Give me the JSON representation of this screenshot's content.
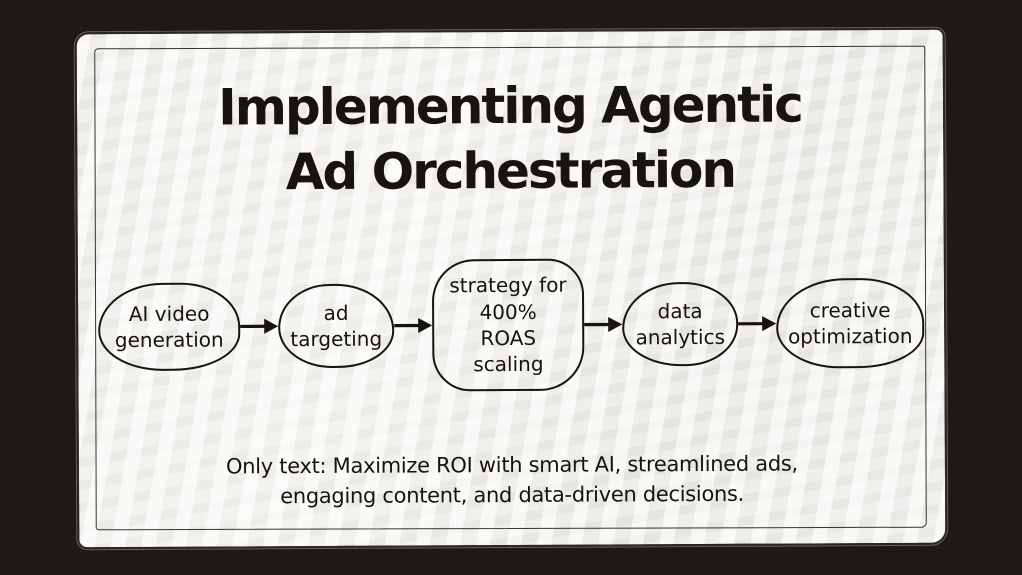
{
  "slide": {
    "title": {
      "line1": "Implementing Agentic",
      "line2": "Ad Orchestration"
    },
    "footer": {
      "line1": "Only text: Maximize ROI with smart AI, streamlined ads,",
      "line2": "engaging content, and data-driven decisions."
    }
  },
  "flowchart": {
    "nodes": [
      {
        "label": "AI video generation",
        "lines": [
          "AI video",
          "generation"
        ]
      },
      {
        "label": "ad targeting",
        "lines": [
          "ad",
          "targeting"
        ]
      },
      {
        "label": "strategy for 400% ROAS scaling",
        "lines": [
          "strategy for",
          "400%",
          "ROAS",
          "scaling"
        ]
      },
      {
        "label": "data analytics",
        "lines": [
          "data",
          "analytics"
        ]
      },
      {
        "label": "creative optimization",
        "lines": [
          "creative",
          "optimization"
        ]
      }
    ],
    "connector": "arrow-right"
  },
  "colors": {
    "background": "#1d1a16",
    "paper": "#f1efeb",
    "ink": "#17130f"
  }
}
